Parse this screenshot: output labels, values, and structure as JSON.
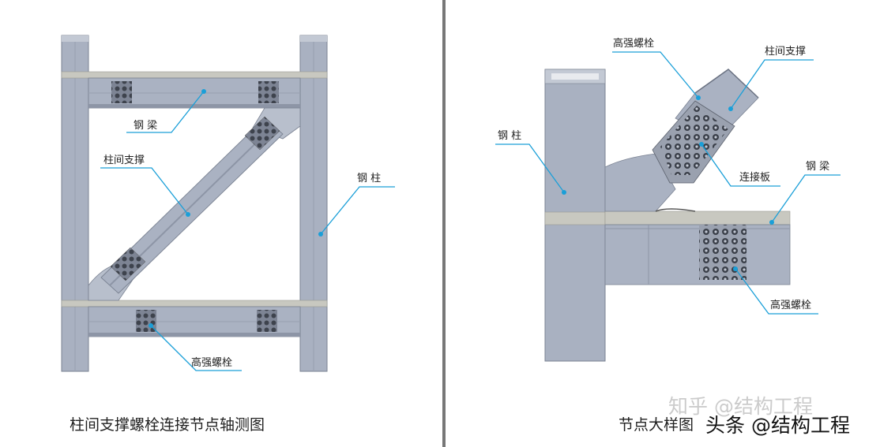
{
  "left_panel": {
    "labels": {
      "beam": "钢 梁",
      "brace": "柱间支撑",
      "column": "钢 柱",
      "bolts": "高强螺栓"
    },
    "caption": "柱间支撑螺栓连接节点轴测图"
  },
  "right_panel": {
    "labels": {
      "bolts_top": "高强螺栓",
      "brace": "柱间支撑",
      "column": "钢 柱",
      "gusset": "连接板",
      "beam": "钢 梁",
      "bolts_bottom": "高强螺栓"
    },
    "caption": "节点大样图"
  },
  "watermarks": {
    "zhihu": "知乎 @结构工程",
    "toutiao": "头条 @结构工程"
  },
  "colors": {
    "steel": "#a9b1c1",
    "steel_dark": "#8d95a6",
    "steel_light": "#c3c9d4",
    "concrete": "#c8c8c0",
    "leader": "#1a9fd8",
    "divider": "#777777"
  }
}
